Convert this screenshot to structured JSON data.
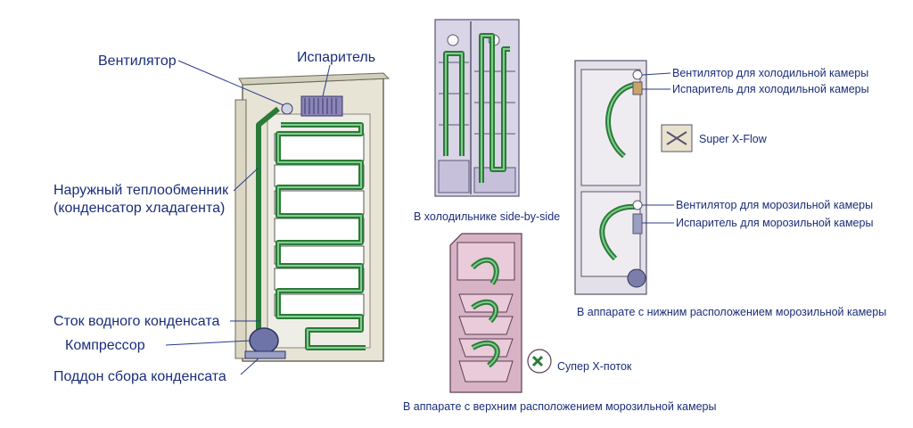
{
  "labels": {
    "fan": "Вентилятор",
    "evaporator": "Испаритель",
    "condenser_line1": "Наружный теплообменник",
    "condenser_line2": "(конденсатор хладагента)",
    "drain": "Сток водного конденсата",
    "compressor": "Компрессор",
    "tray": "Поддон сбора конденсата"
  },
  "captions": {
    "side_by_side": "В холодильнике side-by-side",
    "top_freezer": "В аппарате с верхним расположением морозильной камеры",
    "bottom_freezer": "В аппарате с нижним расположением морозильной камеры"
  },
  "bottom_freezer_labels": {
    "fridge_fan": "Вентилятор для холодильной камеры",
    "fridge_evap": "Испаритель для холодильной камеры",
    "super_xflow": "Super X-Flow",
    "freezer_fan": "Вентилятор для морозильной камеры",
    "freezer_evap": "Испаритель для морозильной камеры"
  },
  "top_freezer_labels": {
    "super_x": "Супер Х-поток"
  },
  "colors": {
    "label_text": "#1a2d7a",
    "pipe": "#2b7a3a",
    "cabinet": "#e7e4d6",
    "side_by_side_body": "#d9d4e6",
    "top_freezer_body": "#d8b3c6",
    "bottom_freezer_body": "#e3e0e8"
  }
}
